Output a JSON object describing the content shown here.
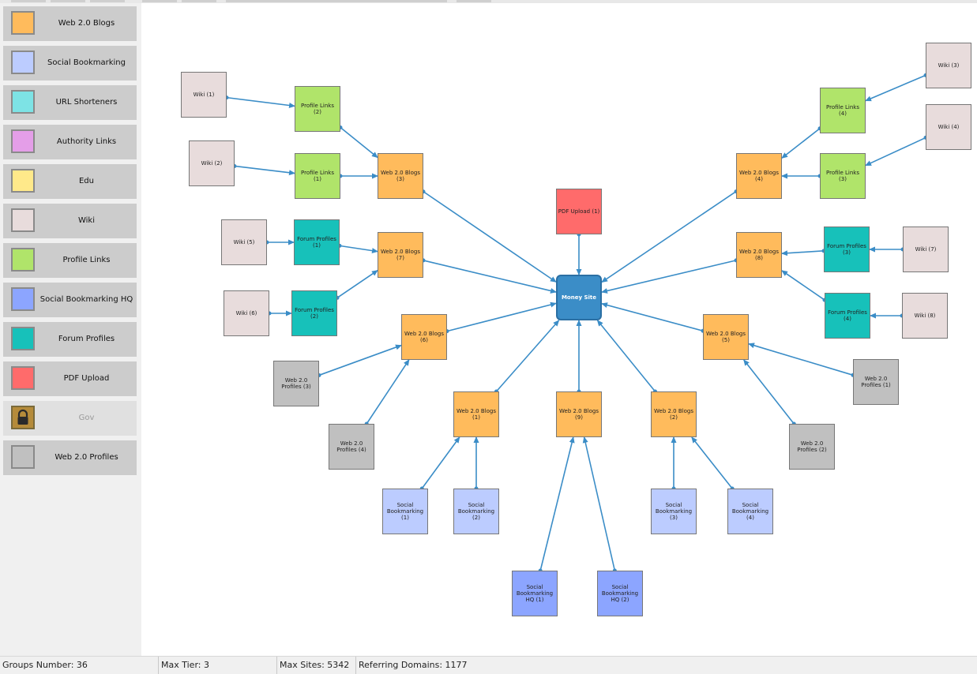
{
  "colors": {
    "web20_blogs": "#ffbb5c",
    "social_bookmarking": "#bcccff",
    "url_shorteners": "#7de3e5",
    "authority_links": "#e49ee8",
    "edu": "#ffe98a",
    "wiki": "#e8dcdc",
    "profile_links": "#b0e46a",
    "social_bookmarking_hq": "#8ca5ff",
    "forum_profiles": "#17c1ba",
    "pdf_upload": "#ff6b6b",
    "gov": "#b58b3a",
    "web20_profiles": "#c0c0c0",
    "money_site": "#3b8dc7",
    "edge": "#3b8dc7"
  },
  "legend": [
    {
      "label": "Web 2.0 Blogs",
      "color": "web20_blogs",
      "enabled": true
    },
    {
      "label": "Social Bookmarking",
      "color": "social_bookmarking",
      "enabled": true
    },
    {
      "label": "URL Shorteners",
      "color": "url_shorteners",
      "enabled": true
    },
    {
      "label": "Authority Links",
      "color": "authority_links",
      "enabled": true
    },
    {
      "label": "Edu",
      "color": "edu",
      "enabled": true
    },
    {
      "label": "Wiki",
      "color": "wiki",
      "enabled": true
    },
    {
      "label": "Profile Links",
      "color": "profile_links",
      "enabled": true
    },
    {
      "label": "Social Bookmarking HQ",
      "color": "social_bookmarking_hq",
      "enabled": true
    },
    {
      "label": "Forum Profiles",
      "color": "forum_profiles",
      "enabled": true
    },
    {
      "label": "PDF Upload",
      "color": "pdf_upload",
      "enabled": true
    },
    {
      "label": "Gov",
      "color": "gov",
      "enabled": false,
      "icon": "lock-icon"
    },
    {
      "label": "Web 2.0 Profiles",
      "color": "web20_profiles",
      "enabled": true
    }
  ],
  "nodes": [
    {
      "id": "money",
      "label": "Money Site",
      "color": "money_site",
      "center": true
    },
    {
      "id": "pdf1",
      "label": "PDF Upload (1)",
      "color": "pdf_upload"
    },
    {
      "id": "b1",
      "label": "Web 2.0 Blogs (1)",
      "color": "web20_blogs"
    },
    {
      "id": "b2",
      "label": "Web 2.0 Blogs (2)",
      "color": "web20_blogs"
    },
    {
      "id": "b3",
      "label": "Web 2.0 Blogs (3)",
      "color": "web20_blogs"
    },
    {
      "id": "b4",
      "label": "Web 2.0 Blogs (4)",
      "color": "web20_blogs"
    },
    {
      "id": "b5",
      "label": "Web 2.0 Blogs (5)",
      "color": "web20_blogs"
    },
    {
      "id": "b6",
      "label": "Web 2.0 Blogs (6)",
      "color": "web20_blogs"
    },
    {
      "id": "b7",
      "label": "Web 2.0 Blogs (7)",
      "color": "web20_blogs"
    },
    {
      "id": "b8",
      "label": "Web 2.0 Blogs (8)",
      "color": "web20_blogs"
    },
    {
      "id": "b9",
      "label": "Web 2.0 Blogs (9)",
      "color": "web20_blogs"
    },
    {
      "id": "pl1",
      "label": "Profile Links (1)",
      "color": "profile_links"
    },
    {
      "id": "pl2",
      "label": "Profile Links (2)",
      "color": "profile_links"
    },
    {
      "id": "pl3",
      "label": "Profile Links (3)",
      "color": "profile_links"
    },
    {
      "id": "pl4",
      "label": "Profile Links (4)",
      "color": "profile_links"
    },
    {
      "id": "w1",
      "label": "Wiki (1)",
      "color": "wiki"
    },
    {
      "id": "w2",
      "label": "Wiki (2)",
      "color": "wiki"
    },
    {
      "id": "w3",
      "label": "Wiki (3)",
      "color": "wiki"
    },
    {
      "id": "w4",
      "label": "Wiki (4)",
      "color": "wiki"
    },
    {
      "id": "w5",
      "label": "Wiki (5)",
      "color": "wiki"
    },
    {
      "id": "w6",
      "label": "Wiki (6)",
      "color": "wiki"
    },
    {
      "id": "w7",
      "label": "Wiki (7)",
      "color": "wiki"
    },
    {
      "id": "w8",
      "label": "Wiki (8)",
      "color": "wiki"
    },
    {
      "id": "fp1",
      "label": "Forum Profiles (1)",
      "color": "forum_profiles"
    },
    {
      "id": "fp2",
      "label": "Forum Profiles (2)",
      "color": "forum_profiles"
    },
    {
      "id": "fp3",
      "label": "Forum Profiles (3)",
      "color": "forum_profiles"
    },
    {
      "id": "fp4",
      "label": "Forum Profiles (4)",
      "color": "forum_profiles"
    },
    {
      "id": "wp1",
      "label": "Web 2.0 Profiles (1)",
      "color": "web20_profiles"
    },
    {
      "id": "wp2",
      "label": "Web 2.0 Profiles (2)",
      "color": "web20_profiles"
    },
    {
      "id": "wp3",
      "label": "Web 2.0 Profiles (3)",
      "color": "web20_profiles"
    },
    {
      "id": "wp4",
      "label": "Web 2.0 Profiles (4)",
      "color": "web20_profiles"
    },
    {
      "id": "sb1",
      "label": "Social Bookmarking (1)",
      "color": "social_bookmarking"
    },
    {
      "id": "sb2",
      "label": "Social Bookmarking (2)",
      "color": "social_bookmarking"
    },
    {
      "id": "sb3",
      "label": "Social Bookmarking (3)",
      "color": "social_bookmarking"
    },
    {
      "id": "sb4",
      "label": "Social Bookmarking (4)",
      "color": "social_bookmarking"
    },
    {
      "id": "hq1",
      "label": "Social Bookmarking HQ (1)",
      "color": "social_bookmarking_hq"
    },
    {
      "id": "hq2",
      "label": "Social Bookmarking HQ (2)",
      "color": "social_bookmarking_hq"
    }
  ],
  "edges": [
    [
      "pdf1",
      "money"
    ],
    [
      "b1",
      "money"
    ],
    [
      "b2",
      "money"
    ],
    [
      "b3",
      "money"
    ],
    [
      "b4",
      "money"
    ],
    [
      "b5",
      "money"
    ],
    [
      "b6",
      "money"
    ],
    [
      "b7",
      "money"
    ],
    [
      "b8",
      "money"
    ],
    [
      "b9",
      "money"
    ],
    [
      "w1",
      "pl2"
    ],
    [
      "pl2",
      "b3"
    ],
    [
      "w2",
      "pl1"
    ],
    [
      "pl1",
      "b3"
    ],
    [
      "w3",
      "pl4"
    ],
    [
      "pl4",
      "b4"
    ],
    [
      "w4",
      "pl3"
    ],
    [
      "pl3",
      "b4"
    ],
    [
      "w5",
      "fp1"
    ],
    [
      "fp1",
      "b7"
    ],
    [
      "w6",
      "fp2"
    ],
    [
      "fp2",
      "b7"
    ],
    [
      "w7",
      "fp3"
    ],
    [
      "fp3",
      "b8"
    ],
    [
      "w8",
      "fp4"
    ],
    [
      "fp4",
      "b8"
    ],
    [
      "wp3",
      "b6"
    ],
    [
      "wp4",
      "b6"
    ],
    [
      "wp1",
      "b5"
    ],
    [
      "wp2",
      "b5"
    ],
    [
      "sb1",
      "b1"
    ],
    [
      "sb2",
      "b1"
    ],
    [
      "sb3",
      "b2"
    ],
    [
      "sb4",
      "b2"
    ],
    [
      "hq1",
      "b9"
    ],
    [
      "hq2",
      "b9"
    ]
  ],
  "status": {
    "groups": "Groups Number: 36",
    "max_tier": "Max Tier: 3",
    "max_sites": "Max Sites: 5342",
    "referring_domains": "Referring Domains: 1177"
  }
}
